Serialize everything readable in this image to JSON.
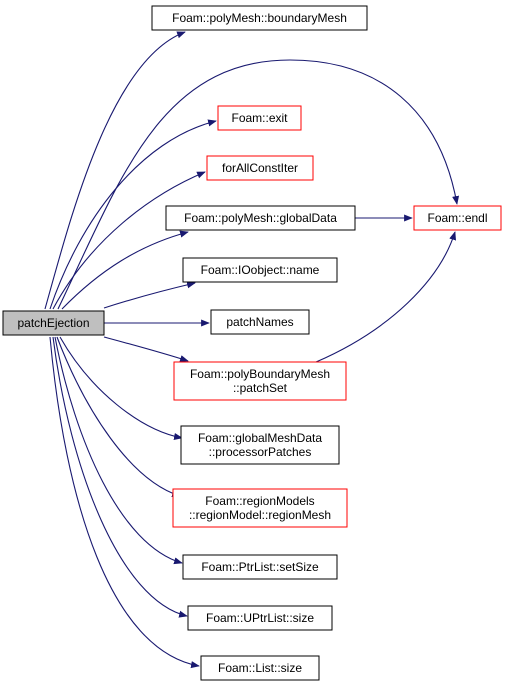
{
  "colors": {
    "edge": "#191970",
    "root_fill": "#bfbfbf",
    "border_normal": "#000000",
    "border_truncated": "#ff0000",
    "node_fill": "#ffffff"
  },
  "nodes": {
    "root": {
      "label": [
        "patchEjection"
      ],
      "style": "root"
    },
    "boundaryMesh": {
      "label": [
        "Foam::polyMesh::boundaryMesh"
      ],
      "style": "normal"
    },
    "exit": {
      "label": [
        "Foam::exit"
      ],
      "style": "truncated"
    },
    "forAllConstIter": {
      "label": [
        "forAllConstIter"
      ],
      "style": "truncated"
    },
    "globalData": {
      "label": [
        "Foam::polyMesh::globalData"
      ],
      "style": "normal"
    },
    "endl": {
      "label": [
        "Foam::endl"
      ],
      "style": "truncated"
    },
    "name": {
      "label": [
        "Foam::IOobject::name"
      ],
      "style": "normal"
    },
    "patchNames": {
      "label": [
        "patchNames"
      ],
      "style": "normal"
    },
    "patchSet": {
      "label": [
        "Foam::polyBoundaryMesh",
        "::patchSet"
      ],
      "style": "truncated"
    },
    "processorPatches": {
      "label": [
        "Foam::globalMeshData",
        "::processorPatches"
      ],
      "style": "normal"
    },
    "regionMesh": {
      "label": [
        "Foam::regionModels",
        "::regionModel::regionMesh"
      ],
      "style": "truncated"
    },
    "setSize": {
      "label": [
        "Foam::PtrList::setSize"
      ],
      "style": "normal"
    },
    "uptrSize": {
      "label": [
        "Foam::UPtrList::size"
      ],
      "style": "normal"
    },
    "listSize": {
      "label": [
        "Foam::List::size"
      ],
      "style": "normal"
    }
  },
  "edges": [
    {
      "from": "root",
      "to": "boundaryMesh"
    },
    {
      "from": "root",
      "to": "endl"
    },
    {
      "from": "root",
      "to": "exit"
    },
    {
      "from": "root",
      "to": "forAllConstIter"
    },
    {
      "from": "root",
      "to": "globalData"
    },
    {
      "from": "root",
      "to": "name"
    },
    {
      "from": "root",
      "to": "patchNames"
    },
    {
      "from": "root",
      "to": "patchSet"
    },
    {
      "from": "root",
      "to": "processorPatches"
    },
    {
      "from": "root",
      "to": "regionMesh"
    },
    {
      "from": "root",
      "to": "setSize"
    },
    {
      "from": "root",
      "to": "uptrSize"
    },
    {
      "from": "root",
      "to": "listSize"
    },
    {
      "from": "globalData",
      "to": "endl"
    },
    {
      "from": "patchSet",
      "to": "endl"
    }
  ]
}
